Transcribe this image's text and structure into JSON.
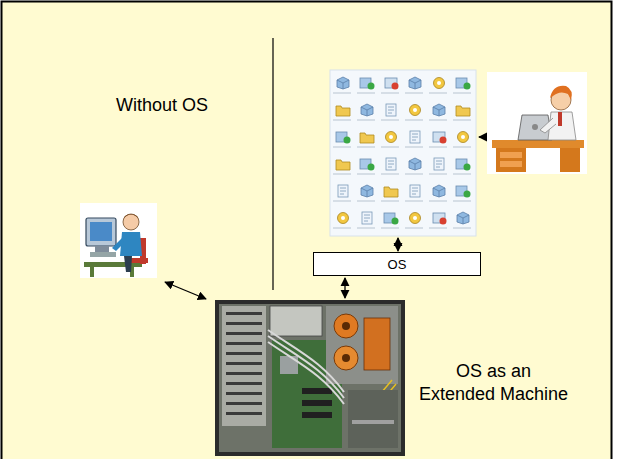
{
  "diagram": {
    "nodes": [
      {
        "text": [
          "OS"
        ]
      }
    ],
    "labels": [
      "Without OS",
      "OS as an Extended Machine"
    ]
  }
}
